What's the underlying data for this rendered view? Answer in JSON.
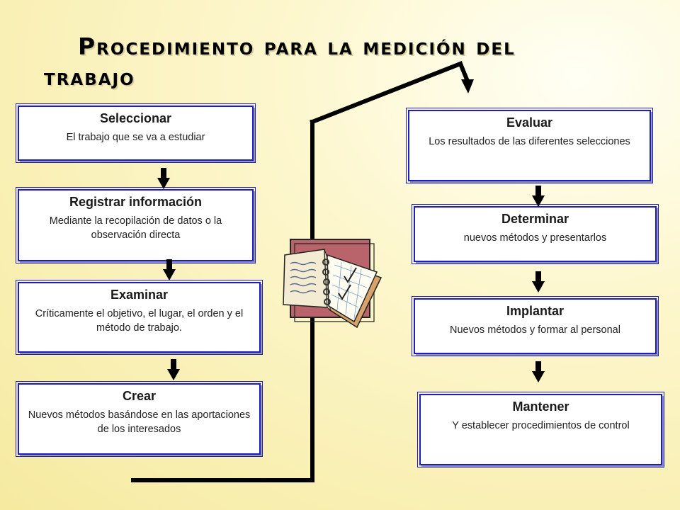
{
  "title": "Procedimiento para la medición del trabajo",
  "left_steps": [
    {
      "heading": "Seleccionar",
      "text": "El trabajo que se va a estudiar"
    },
    {
      "heading": "Registrar información",
      "text": "Mediante la recopilación de datos o la observación directa"
    },
    {
      "heading": "Examinar",
      "text": "Críticamente el objetivo, el lugar, el orden y el método de trabajo."
    },
    {
      "heading": "Crear",
      "text": "Nuevos métodos basándose en las aportaciones de los interesados"
    }
  ],
  "right_steps": [
    {
      "heading": "Evaluar",
      "text": "Los resultados de las diferentes selecciones"
    },
    {
      "heading": "Determinar",
      "text": "nuevos métodos y presentarlos"
    },
    {
      "heading": "Implantar",
      "text": "Nuevos métodos y formar al personal"
    },
    {
      "heading": "Mantener",
      "text": "Y establecer procedimientos de control"
    }
  ],
  "colors": {
    "box_border": "#1b1bd0",
    "connector": "#000000",
    "background": "#fdf7cf"
  },
  "icons": {
    "center_image": "notebook-checklist-icon",
    "step_arrow": "down-arrow-icon"
  }
}
